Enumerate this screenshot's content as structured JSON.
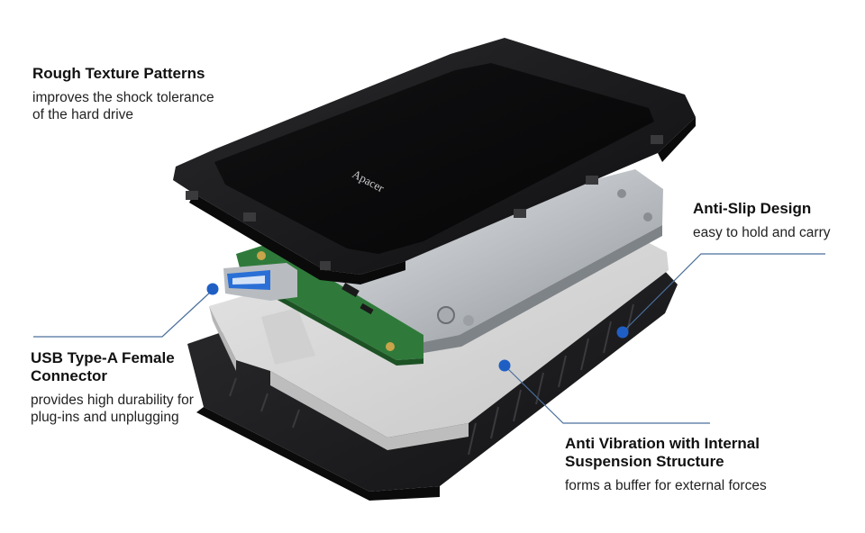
{
  "callouts": {
    "texture": {
      "title": "Rough Texture Patterns",
      "desc_line1": "improves the shock tolerance",
      "desc_line2": "of the hard drive"
    },
    "antislip": {
      "title": "Anti-Slip Design",
      "desc_line1": "easy to hold and carry"
    },
    "usb": {
      "title_line1": "USB Type-A Female",
      "title_line2": "Connector",
      "desc_line1": "provides high durability for",
      "desc_line2": "plug-ins and unplugging"
    },
    "antivib": {
      "title_line1": "Anti Vibration with Internal",
      "title_line2": "Suspension Structure",
      "desc_line1": "forms a buffer for external forces"
    }
  },
  "product": {
    "brand": "Apacer"
  },
  "colors": {
    "accent_dot": "#1f5fc4",
    "leader_line": "#4a6f9c",
    "case_black": "#1d1d1f",
    "frame_gray": "#d7d7d7",
    "pcb_green": "#2f7a3a",
    "usb_blue": "#2a6fd6",
    "drive_silver": "#bfc3c7"
  }
}
